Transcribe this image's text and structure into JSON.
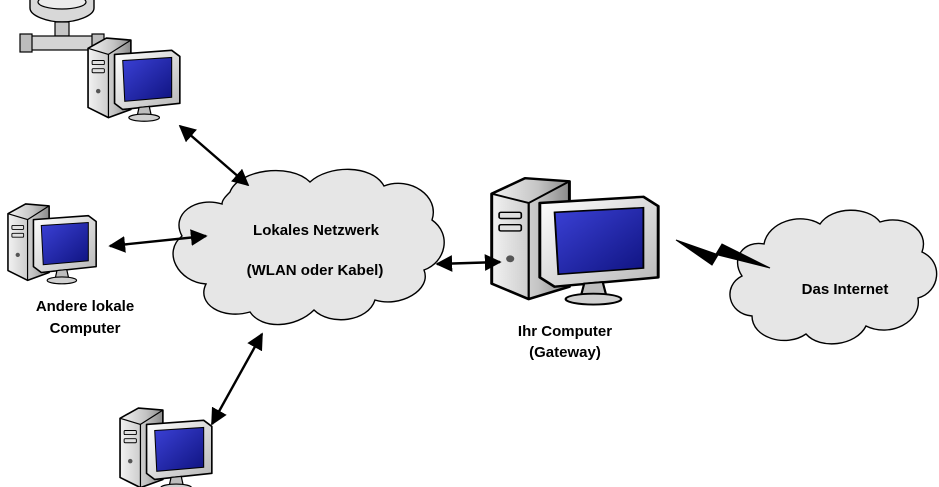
{
  "network": {
    "label_line1": "Lokales Netzwerk",
    "label_line2": "(WLAN oder Kabel)"
  },
  "internet": {
    "label": "Das Internet"
  },
  "gateway": {
    "label_line1": "Ihr Computer",
    "label_line2": "(Gateway)"
  },
  "local_computers": {
    "label_line1": "Andere lokale",
    "label_line2": "Computer"
  },
  "colors": {
    "cloud_fill": "#e6e6e6",
    "screen_blue": "#1a1fa8",
    "screen_frame": "#e8e8e8",
    "case_gray": "#c8c8c8",
    "stroke": "#000000"
  },
  "icons": [
    "network-hub-icon",
    "computer-icon",
    "cloud-icon",
    "lightning-link-icon",
    "double-arrow-icon"
  ]
}
